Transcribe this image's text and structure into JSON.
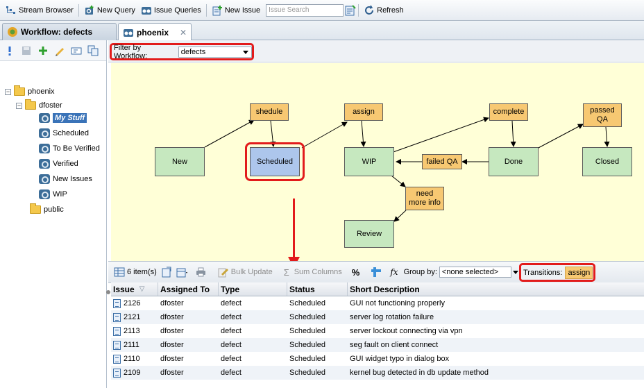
{
  "toolbar": {
    "stream_browser": "Stream Browser",
    "new_query": "New Query",
    "issue_queries": "Issue Queries",
    "new_issue": "New Issue",
    "search_placeholder": "Issue Search",
    "refresh": "Refresh"
  },
  "tabs": [
    {
      "label": "Workflow: defects"
    },
    {
      "label": "phoenix",
      "close": "✕"
    }
  ],
  "tree": {
    "root": "phoenix",
    "user": "dfoster",
    "queries": [
      "My Stuff",
      "Scheduled",
      "To Be Verified",
      "Verified",
      "New Issues",
      "WIP"
    ],
    "public": "public",
    "toggle_open": "−"
  },
  "filter": {
    "label": "Filter by Workflow:",
    "value": "defects"
  },
  "workflow": {
    "states": {
      "new": "New",
      "scheduled": "Scheduled",
      "wip": "WIP",
      "done": "Done",
      "closed": "Closed",
      "review": "Review"
    },
    "transitions": {
      "shedule": "shedule",
      "assign": "assign",
      "complete": "complete",
      "passed_qa": "passed\nQA",
      "failed_qa": "failed QA",
      "need_more_info": "need\nmore info"
    },
    "current_state": "Scheduled"
  },
  "grid_toolbar": {
    "items_count": "6 item(s)",
    "bulk_update": "Bulk Update",
    "sum_columns": "Sum Columns",
    "percent": "%",
    "fx": "fx",
    "sigma": "Σ",
    "group_by_label": "Group by:",
    "group_by_value": "<none selected>",
    "transitions_label": "Transitions:",
    "transitions_value": "assign"
  },
  "grid": {
    "columns": [
      "Issue",
      "Assigned To",
      "Type",
      "Status",
      "Short Description"
    ],
    "sort_indicator": "▽",
    "rows": [
      {
        "issue": "2126",
        "assigned": "dfoster",
        "type": "defect",
        "status": "Scheduled",
        "desc": "GUI not functioning properly"
      },
      {
        "issue": "2121",
        "assigned": "dfoster",
        "type": "defect",
        "status": "Scheduled",
        "desc": "server log rotation failure"
      },
      {
        "issue": "2113",
        "assigned": "dfoster",
        "type": "defect",
        "status": "Scheduled",
        "desc": "server lockout connecting via vpn"
      },
      {
        "issue": "2111",
        "assigned": "dfoster",
        "type": "defect",
        "status": "Scheduled",
        "desc": "seg fault on client connect"
      },
      {
        "issue": "2110",
        "assigned": "dfoster",
        "type": "defect",
        "status": "Scheduled",
        "desc": "GUI widget typo in dialog box"
      },
      {
        "issue": "2109",
        "assigned": "dfoster",
        "type": "defect",
        "status": "Scheduled",
        "desc": "kernel bug detected in db update method"
      }
    ]
  },
  "colors": {
    "highlight": "#e21b1b",
    "state": "#c6e8bf",
    "transition": "#f7c872",
    "current": "#adc6ec",
    "diagram_bg": "#ffffd7"
  }
}
